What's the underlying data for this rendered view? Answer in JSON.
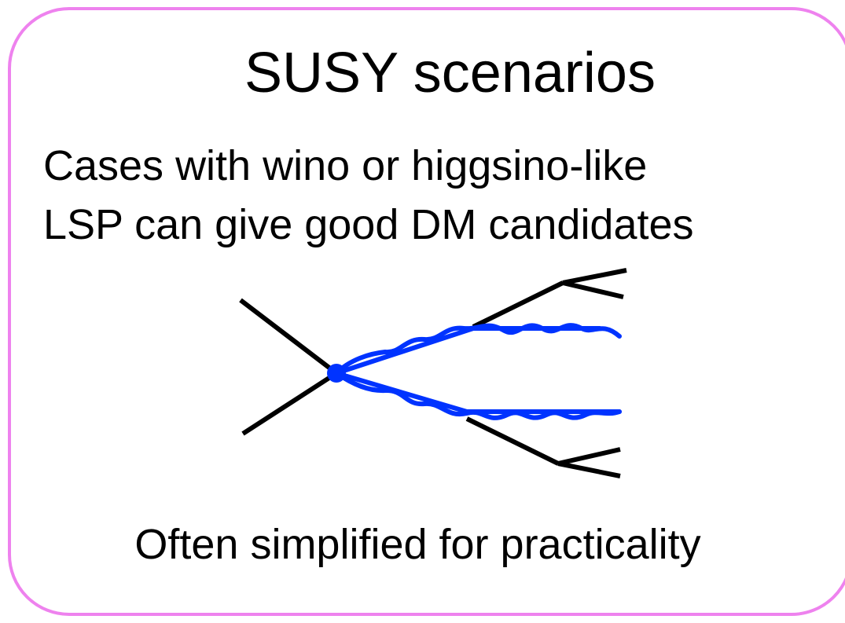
{
  "slide": {
    "title": "SUSY scenarios",
    "body_lines": [
      "Cases with wino or higgsino-like",
      "LSP can give good DM candidates"
    ],
    "footer": "Often simplified for practicality"
  },
  "colors": {
    "frame": "#ee82ee",
    "fermion_line": "#000000",
    "sparticle_line": "#0033ff",
    "text": "#000000"
  }
}
